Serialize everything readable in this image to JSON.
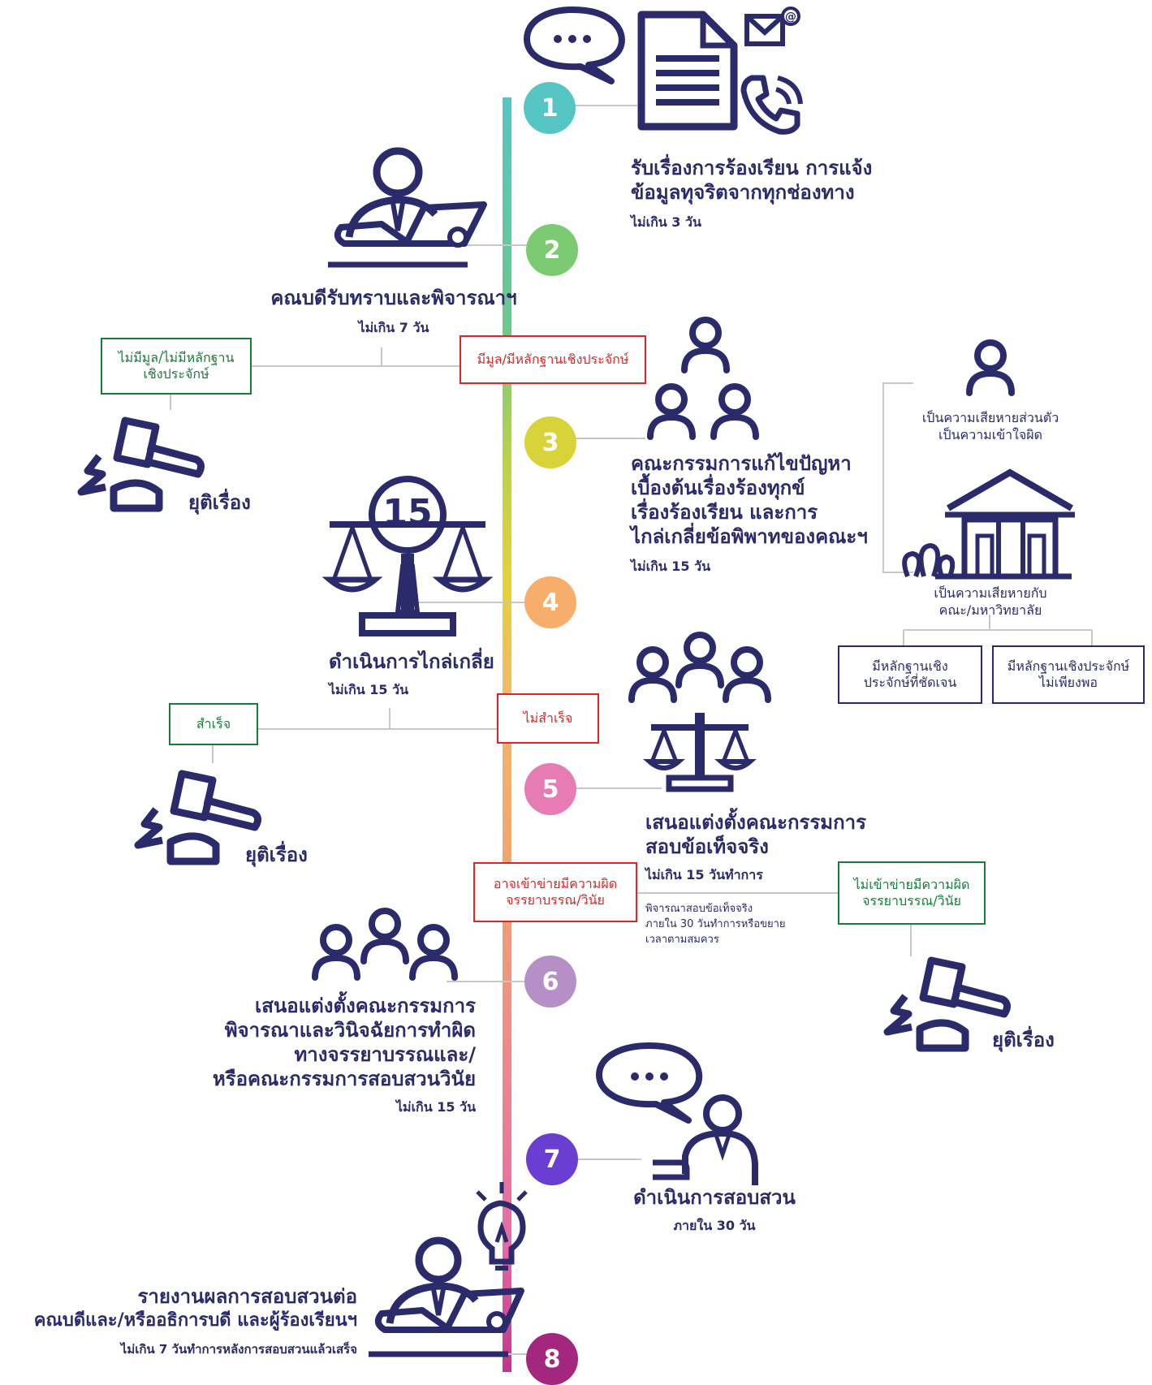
{
  "steps": [
    {
      "num": "1",
      "title_lines": [
        "รับเรื่องการร้องเรียน การแจ้ง",
        "ข้อมูลทุจริตจากทุกช่องทาง"
      ],
      "duration": "ไม่เกิน 3 วัน",
      "color": "#55c6c4"
    },
    {
      "num": "2",
      "title_lines": [
        "คณบดีรับทราบและพิจารณาฯ"
      ],
      "duration": "ไม่เกิน 7 วัน",
      "color": "#7ccb73"
    },
    {
      "num": "3",
      "title_lines": [
        "คณะกรรมการแก้ไขปัญหา",
        "เบื้องต้นเรื่องร้องทุกข์",
        "เรื่องร้องเรียน และการ",
        "ไกล่เกลี่ยข้อพิพาทของคณะฯ"
      ],
      "duration": "ไม่เกิน 15 วัน",
      "color": "#d9d33a"
    },
    {
      "num": "4",
      "title_lines": [
        "ดำเนินการไกล่เกลี่ย"
      ],
      "duration": "ไม่เกิน 15 วัน",
      "color": "#f7ae6a"
    },
    {
      "num": "5",
      "title_lines": [
        "เสนอแต่งตั้งคณะกรรมการ",
        "สอบข้อเท็จจริง"
      ],
      "duration": "ไม่เกิน 15 วันทำการ",
      "color": "#e77bb4"
    },
    {
      "num": "6",
      "title_lines": [
        "เสนอแต่งตั้งคณะกรรมการ",
        "พิจารณาและวินิจฉัยการทำผิด",
        "ทางจรรยาบรรณและ/",
        "หรือคณะกรรมการสอบสวนวินัย"
      ],
      "duration": "ไม่เกิน 15 วัน",
      "color": "#b68fc6"
    },
    {
      "num": "7",
      "title_lines": [
        "ดำเนินการสอบสวน"
      ],
      "duration": "ภายใน 30 วัน",
      "color": "#6a3ed1"
    },
    {
      "num": "8",
      "title_lines": [
        "รายงานผลการสอบสวนต่อ",
        "คณบดีและ/หรืออธิการบดี และผู้ร้องเรียนฯ"
      ],
      "duration": "ไม่เกิน 7 วันทำการหลังการสอบสวนแล้วเสร็จ",
      "color": "#a4277f"
    }
  ],
  "branches": {
    "no_evidence": [
      "ไม่มีมูล/ไม่มีหลักฐาน",
      "เชิงประจักษ์"
    ],
    "has_evidence": "มีมูล/มีหลักฐานเชิงประจักษ์",
    "success": "สำเร็จ",
    "not_success": "ไม่สำเร็จ",
    "may_violate": [
      "อาจเข้าข่ายมีความผิด",
      "จรรยาบรรณ/วินัย"
    ],
    "not_violate": [
      "ไม่เข้าข่ายมีความผิด",
      "จรรยาบรรณ/วินัย"
    ],
    "end_label": "ยุติเรื่อง",
    "investigate_note": [
      "พิจารณาสอบข้อเท็จจริง",
      "ภายใน 30 วันทำการหรือขยาย",
      "เวลาตามสมควร"
    ]
  },
  "side": {
    "personal": [
      "เป็นความเสียหายส่วนตัว",
      "เป็นความเข้าใจผิด"
    ],
    "faculty": [
      "เป็นความเสียหายกับ",
      "คณะ/มหาวิทยาลัย"
    ],
    "clear_evidence": [
      "มีหลักฐานเชิง",
      "ประจักษ์ที่ชัดเจน"
    ],
    "insufficient_evidence": [
      "มีหลักฐานเชิงประจักษ์",
      "ไม่เพียงพอ"
    ]
  },
  "scale_number": "15",
  "colors": {
    "ink": "#2b2a6b",
    "green": "#1a7a3a",
    "red": "#e02424",
    "line": "#c7c7c7"
  }
}
